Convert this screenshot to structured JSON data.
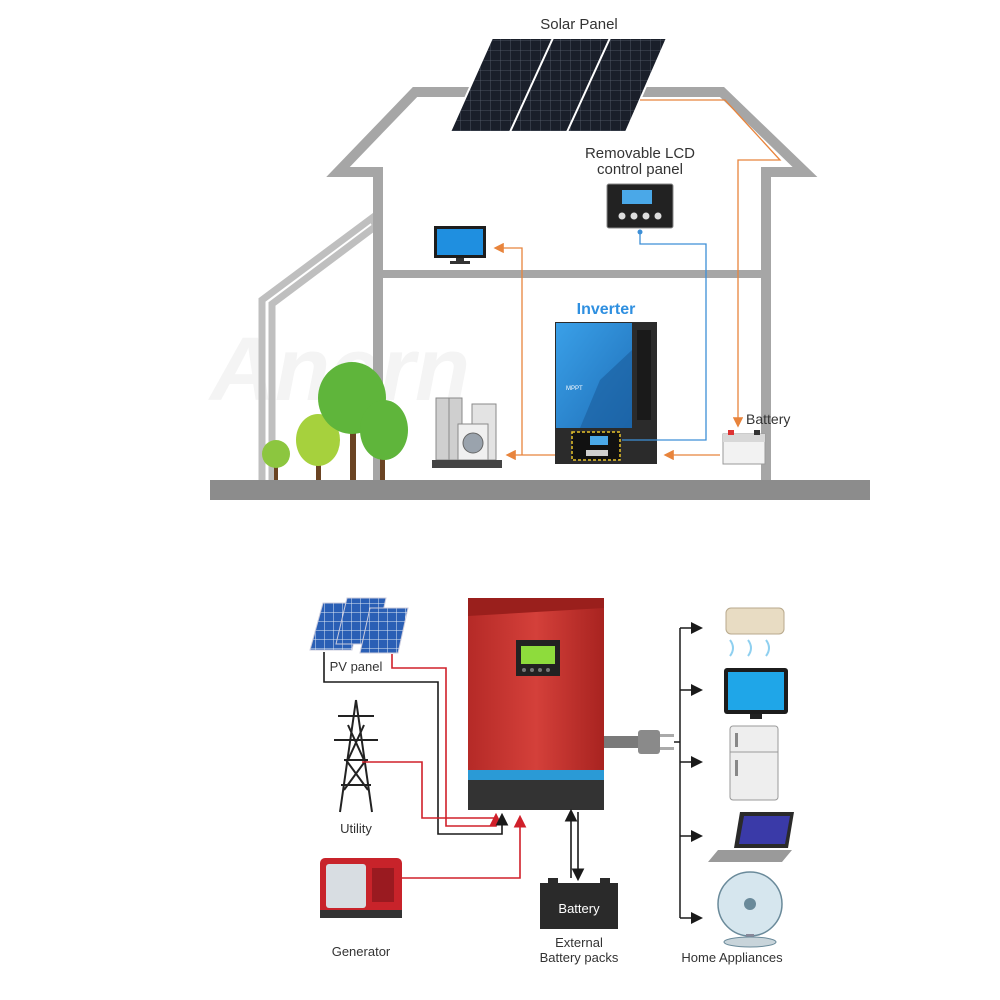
{
  "top_diagram": {
    "solar_panel_label": "Solar Panel",
    "lcd_label_line1": "Removable LCD",
    "lcd_label_line2": "control panel",
    "inverter_label": "Inverter",
    "battery_label": "Battery",
    "inverter_device_text": "MPPT"
  },
  "bottom_diagram": {
    "pv_panel_label": "PV panel",
    "utility_label": "Utility",
    "generator_label": "Generator",
    "battery_box_label": "Battery",
    "external_battery_line1": "External",
    "external_battery_line2": "Battery packs",
    "home_appliances_label": "Home Appliances"
  },
  "colors": {
    "house_outline": "#a6a6a6",
    "ground": "#8c8c8c",
    "orange_wire": "#e8843c",
    "blue_wire": "#3d8fd6",
    "inverter_label": "#2e8fe0",
    "red_wire": "#d0202a",
    "black_wire": "#1a1a1a",
    "inverter_red": "#c8302c"
  }
}
